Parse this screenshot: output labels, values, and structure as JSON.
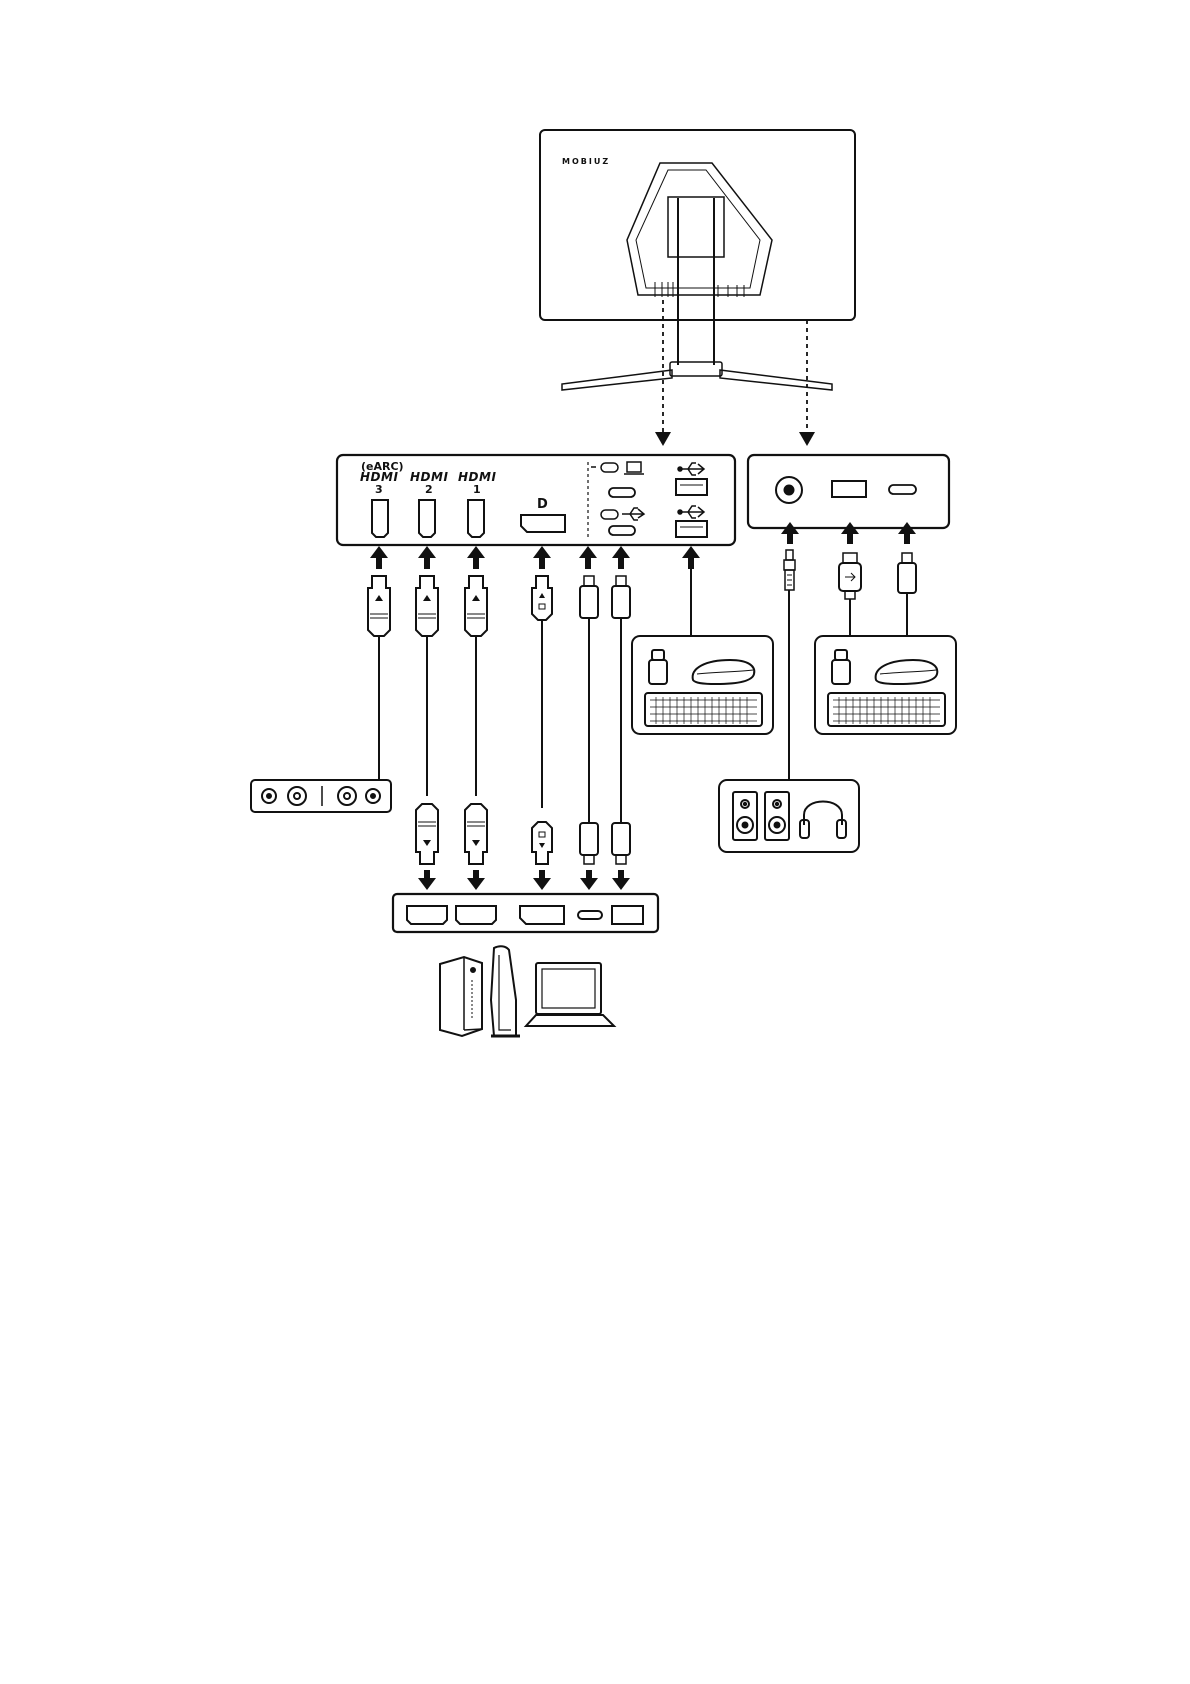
{
  "monitor": {
    "brand": "MOBIUZ"
  },
  "main_panel": {
    "hdmi_ports": [
      {
        "name": "HDMI",
        "number": "3",
        "note": "(eARC)"
      },
      {
        "name": "HDMI",
        "number": "2",
        "note": ""
      },
      {
        "name": "HDMI",
        "number": "1",
        "note": ""
      }
    ],
    "displayport_symbol": "D"
  },
  "icons": {
    "monitor": "monitor-back-icon",
    "usb": "usb-trident-icon",
    "usb_c": "usb-c-port-icon",
    "laptop": "laptop-icon",
    "mouse": "mouse-icon",
    "keyboard": "keyboard-icon",
    "usb_drive": "usb-drive-icon",
    "speakers": "speaker-icon",
    "headphones": "headphones-icon",
    "console_tower": "game-console-tower-icon",
    "console_slim": "game-console-slim-icon",
    "av_receiver": "av-receiver-icon"
  },
  "colors": {
    "line": "#111111",
    "background": "#ffffff"
  }
}
